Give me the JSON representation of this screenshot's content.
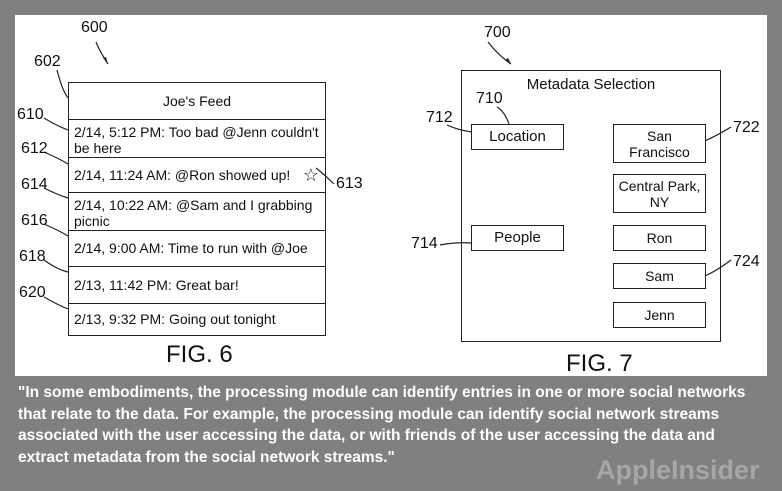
{
  "fig6": {
    "ref_main": "600",
    "ref_title": "602",
    "title": "Joe's Feed",
    "entries": [
      {
        "ref": "610",
        "text": "2/14, 5:12 PM: Too bad @Jenn couldn't be here"
      },
      {
        "ref": "612",
        "text": "2/14, 11:24 AM: @Ron showed up!",
        "star_ref": "613",
        "star_icon": "star-outline"
      },
      {
        "ref": "614",
        "text": "2/14, 10:22 AM: @Sam and I grabbing picnic"
      },
      {
        "ref": "616",
        "text": "2/14, 9:00 AM: Time to run with @Joe"
      },
      {
        "ref": "618",
        "text": "2/13, 11:42 PM: Great bar!"
      },
      {
        "ref": "620",
        "text": "2/13, 9:32 PM: Going out tonight"
      }
    ],
    "caption": "FIG. 6"
  },
  "fig7": {
    "ref_main": "700",
    "title": "Metadata Selection",
    "ref_710": "710",
    "categories": [
      {
        "ref": "712",
        "label": "Location"
      },
      {
        "ref": "714",
        "label": "People"
      }
    ],
    "values": [
      {
        "label": "San Francisco",
        "ref": "722"
      },
      {
        "label": "Central Park, NY"
      },
      {
        "label": "Ron"
      },
      {
        "label": "Sam",
        "ref": "724"
      },
      {
        "label": "Jenn"
      }
    ],
    "caption": "FIG. 7"
  },
  "quote": "\"In some embodiments, the processing module can identify entries in one or more social networks that relate to the data. For example, the processing module can identify social network streams associated with the user accessing the data, or with friends of the user accessing the data and extract metadata from the social network streams.\"",
  "watermark": "AppleInsider"
}
